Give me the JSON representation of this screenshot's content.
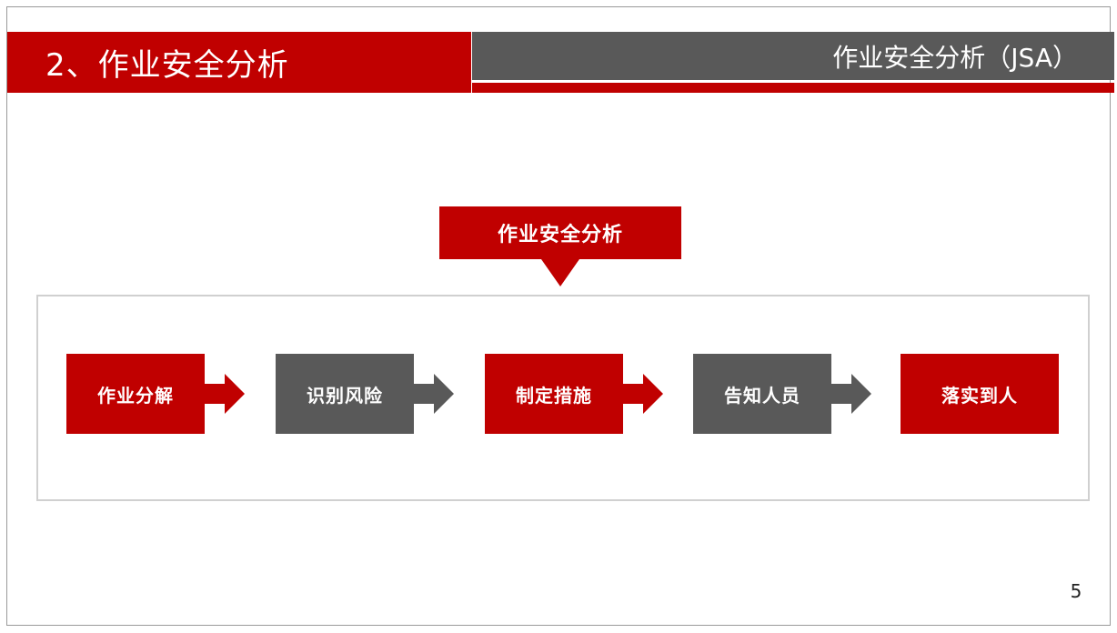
{
  "header": {
    "section_title": "2、作业安全分析",
    "subtitle": "作业安全分析（JSA）"
  },
  "diagram": {
    "top_box_label": "作业安全分析",
    "steps": [
      {
        "label": "作业分解",
        "color": "#c00000"
      },
      {
        "label": "识别风险",
        "color": "#595959"
      },
      {
        "label": "制定措施",
        "color": "#c00000"
      },
      {
        "label": "告知人员",
        "color": "#595959"
      },
      {
        "label": "落实到人",
        "color": "#c00000"
      }
    ]
  },
  "page_number": "5",
  "colors": {
    "accent_red": "#c00000",
    "dark_grey": "#595959"
  }
}
